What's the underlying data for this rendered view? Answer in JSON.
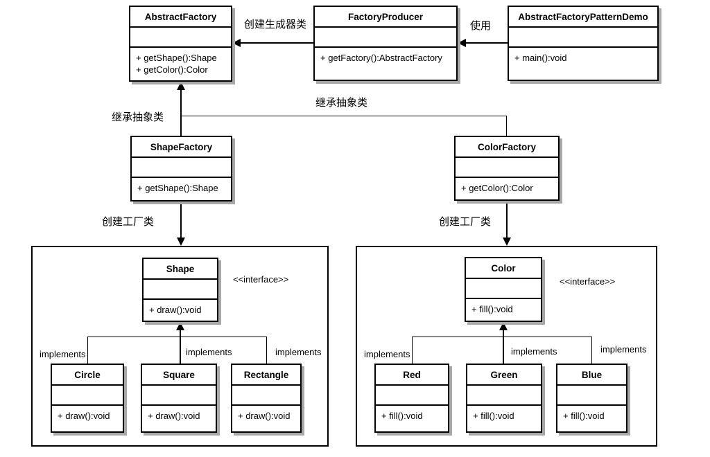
{
  "diagram": {
    "classes": {
      "abstractFactory": {
        "name": "AbstractFactory",
        "methods": [
          "+ getShape():Shape",
          "+ getColor():Color"
        ]
      },
      "factoryProducer": {
        "name": "FactoryProducer",
        "methods": [
          "+ getFactory():AbstractFactory"
        ]
      },
      "demo": {
        "name": "AbstractFactoryPatternDemo",
        "methods": [
          "+ main():void"
        ]
      },
      "shapeFactory": {
        "name": "ShapeFactory",
        "methods": [
          "+ getShape():Shape"
        ]
      },
      "colorFactory": {
        "name": "ColorFactory",
        "methods": [
          "+ getColor():Color"
        ]
      },
      "shape": {
        "name": "Shape",
        "methods": [
          "+ draw():void"
        ]
      },
      "circle": {
        "name": "Circle",
        "methods": [
          "+ draw():void"
        ]
      },
      "square": {
        "name": "Square",
        "methods": [
          "+ draw():void"
        ]
      },
      "rectangle": {
        "name": "Rectangle",
        "methods": [
          "+ draw():void"
        ]
      },
      "color": {
        "name": "Color",
        "methods": [
          "+ fill():void"
        ]
      },
      "red": {
        "name": "Red",
        "methods": [
          "+ fill():void"
        ]
      },
      "green": {
        "name": "Green",
        "methods": [
          "+ fill():void"
        ]
      },
      "blue": {
        "name": "Blue",
        "methods": [
          "+ fill():void"
        ]
      }
    },
    "labels": {
      "create_producer": "创建生成器类",
      "use": "使用",
      "inherit_abstract": "继承抽象类",
      "create_factory": "创建工厂类",
      "interface_stereotype": "<<interface>>",
      "implements": "implements"
    },
    "colors": {
      "line": "#000000",
      "shadow": "#a8a8a8",
      "background": "#ffffff"
    }
  }
}
